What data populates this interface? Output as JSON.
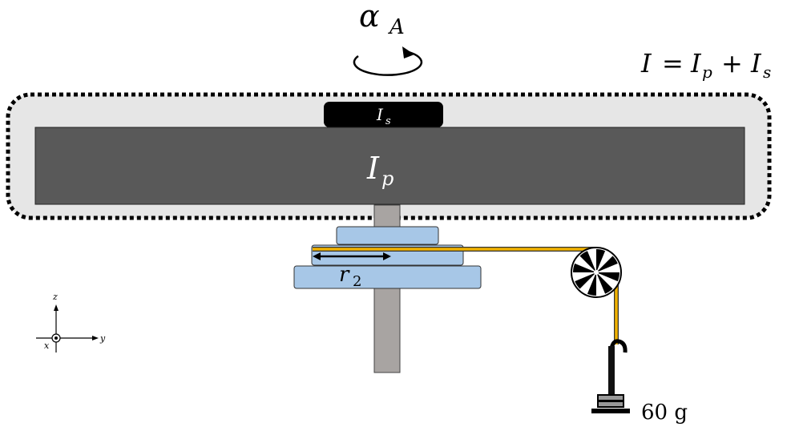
{
  "labels": {
    "alpha": "α",
    "alpha_sub": "A",
    "equation_lhs": "I",
    "equation_eq": "=",
    "equation_t1": "I",
    "equation_t1_sub": "p",
    "equation_plus": "+",
    "equation_t2": "I",
    "equation_t2_sub": "s",
    "sample": "I",
    "sample_sub": "s",
    "platform": "I",
    "platform_sub": "p",
    "radius": "r",
    "radius_sub": "2",
    "mass": "60 g",
    "axis_z": "z",
    "axis_y": "y",
    "axis_x": "x"
  },
  "colors": {
    "platform": "#595959",
    "sample": "#000000",
    "system_box_fill": "#e6e6e6",
    "shaft": "#a8a4a2",
    "pulley_stack": "#a7c7e7",
    "string": "#f2b300",
    "hanger": "#111111",
    "mass_block": "#999999"
  }
}
